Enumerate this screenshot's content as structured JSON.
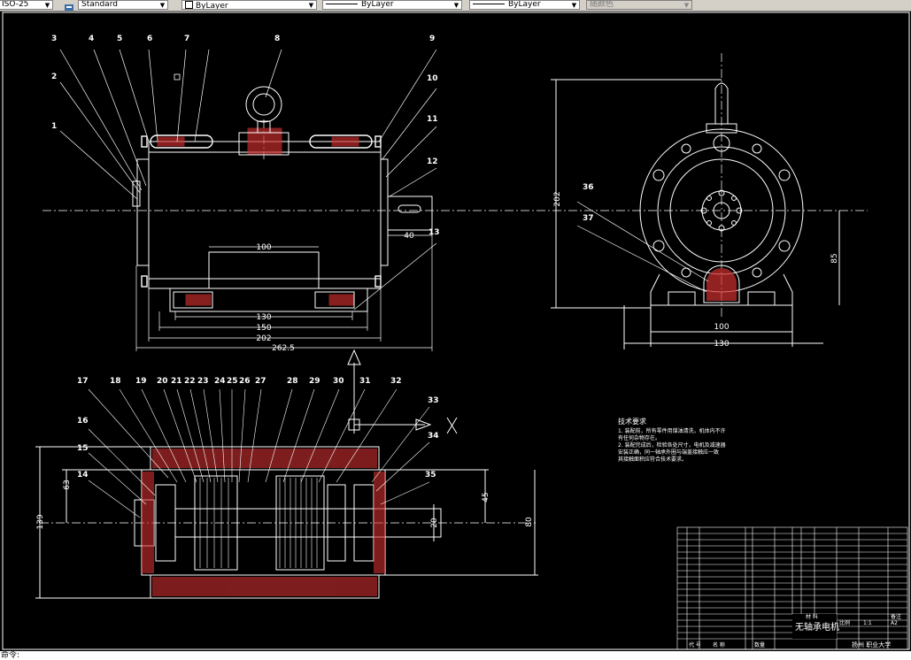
{
  "toolbar": {
    "dimstyle_value": "ISO-25",
    "textstyle_value": "Standard",
    "layer_value": "ByLayer",
    "linetype_value": "ByLayer",
    "lineweight_value": "ByLayer",
    "plotstyle_value": "随颜色"
  },
  "drawing": {
    "front_view": {
      "part_numbers": [
        "1",
        "2",
        "3",
        "4",
        "5",
        "6",
        "7",
        "8",
        "9",
        "10",
        "11",
        "12",
        "13"
      ],
      "dims": {
        "d100": "100",
        "d130": "130",
        "d150": "150",
        "d202": "202",
        "d262": "262.5",
        "d40": "40"
      }
    },
    "side_view": {
      "part_numbers": [
        "36",
        "37"
      ],
      "dims": {
        "h202": "202",
        "h85": "85",
        "w100": "100",
        "w130": "130"
      }
    },
    "section_view": {
      "part_numbers_top": [
        "17",
        "18",
        "19",
        "20",
        "21",
        "22",
        "23",
        "24",
        "25",
        "26",
        "27",
        "28",
        "29",
        "30",
        "31",
        "32"
      ],
      "part_numbers_left": [
        "16",
        "15",
        "14"
      ],
      "part_numbers_right": [
        "33",
        "34",
        "35"
      ],
      "dims": {
        "h139": "139",
        "h63": "63",
        "h45": "45",
        "h80": "80",
        "h20": "20"
      },
      "section_mark": "X"
    },
    "tech_requirements": {
      "title": "技术要求",
      "lines": [
        "1. 装配前，所有零件用煤油清洗，机体内不许",
        "   有任何杂物存在。",
        "2. 装配完成后，检验各处尺寸，电机及减速器",
        "   安装正确，同一轴承外圈与端盖接触应一致",
        "   其接触面积应符合技术要求。"
      ]
    },
    "title_block": {
      "title": "无轴承电机",
      "school": "扬州 职业大学",
      "scale_label": "比例",
      "scale": "1:1",
      "sheet": "A2",
      "label_code": "代 号",
      "label_name": "名 称",
      "label_qty": "数量",
      "label_material": "材 料",
      "label_remark": "备注"
    }
  },
  "command_line": {
    "text": "命令:"
  }
}
